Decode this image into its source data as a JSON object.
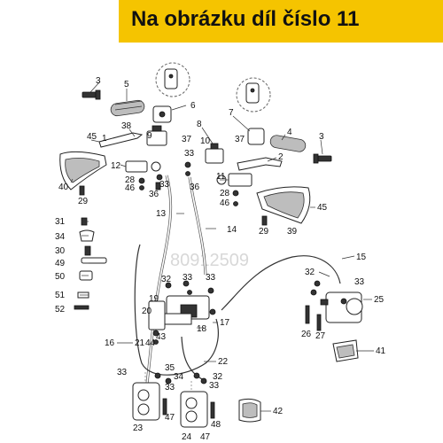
{
  "banner": {
    "text": "Na obrázku díl číslo 11",
    "color": "#f5c400"
  },
  "watermark": "80912509",
  "callouts": {
    "c3a": "3",
    "c5": "5",
    "c6": "6",
    "c7": "7",
    "c4": "4",
    "c3b": "3",
    "c38": "38",
    "c9": "9",
    "c8": "8",
    "c37a": "37",
    "c37b": "37",
    "c10": "10",
    "c45a": "45",
    "c1": "1",
    "c2": "2",
    "c40": "40",
    "c12": "12",
    "c28a": "28",
    "c46a": "46",
    "c33a": "33",
    "c36a": "36",
    "c33b": "33",
    "c36b": "36",
    "c11": "11",
    "c28b": "28",
    "c46b": "46",
    "c29a": "29",
    "c13": "13",
    "c14": "14",
    "c29b": "29",
    "c39": "39",
    "c45b": "45",
    "c31": "31",
    "c34": "34",
    "c30": "30",
    "c49": "49",
    "c50": "50",
    "c51": "51",
    "c52": "52",
    "c15": "15",
    "c32a": "32",
    "c33c": "33",
    "c25": "25",
    "c32b": "32",
    "c33d": "33",
    "c33e": "33",
    "c19": "19",
    "c20": "20",
    "c26": "26",
    "c27": "27",
    "c17": "17",
    "c18": "18",
    "c21": "21",
    "c44": "44",
    "c43": "43",
    "c16": "16",
    "c41": "41",
    "c22": "22",
    "c33f": "33",
    "c35": "35",
    "c34b": "34",
    "c32c": "32",
    "c33g": "33",
    "c33h": "33",
    "c47a": "47",
    "c48": "48",
    "c23": "23",
    "c47b": "47",
    "c24": "24",
    "c42": "42"
  }
}
